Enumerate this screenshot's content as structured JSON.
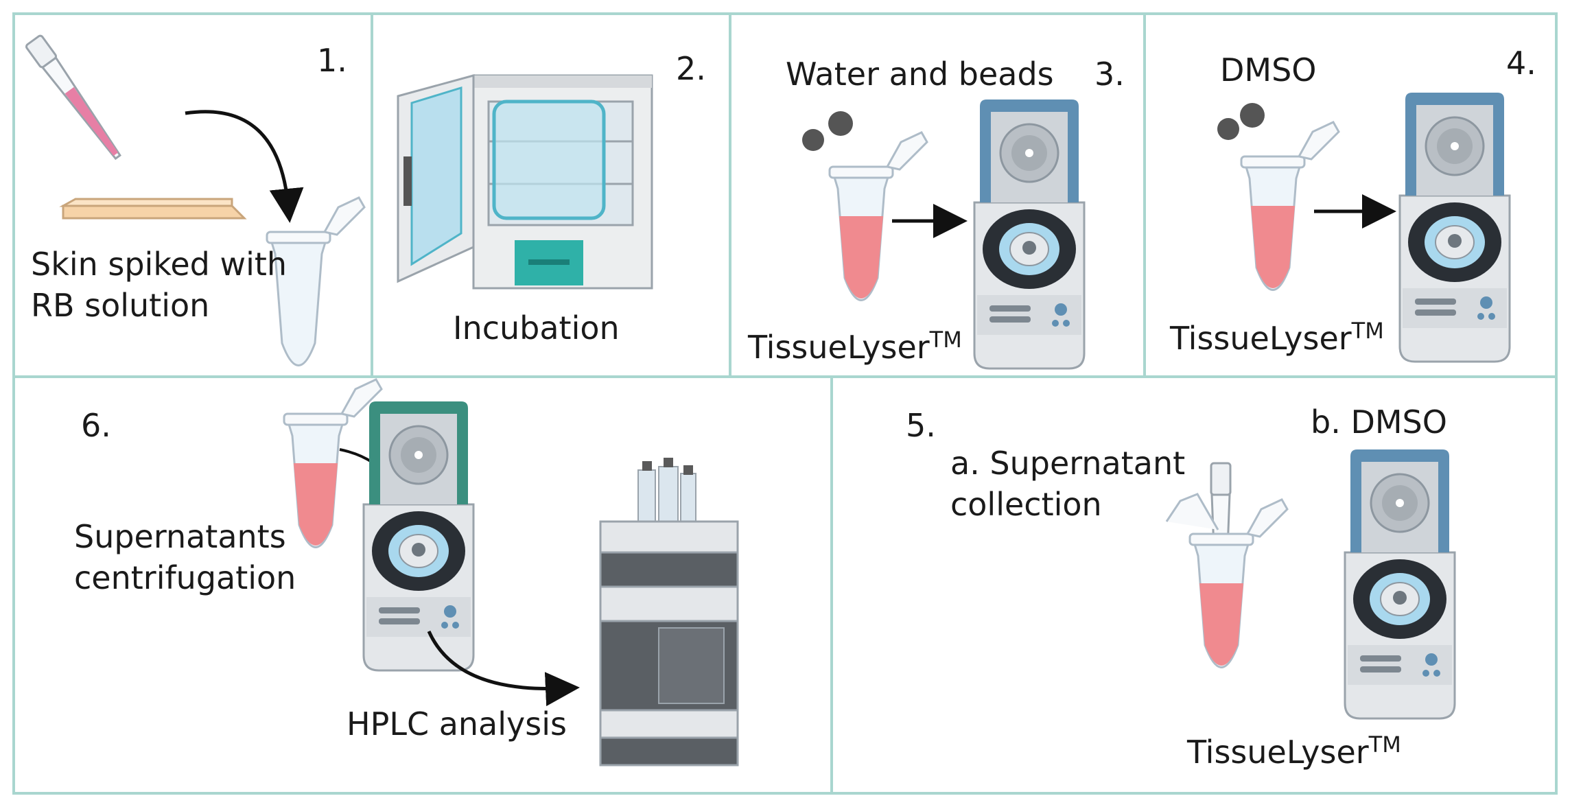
{
  "panels": {
    "p1": {
      "number": "1.",
      "caption": "Skin spiked with RB solution"
    },
    "p2": {
      "number": "2.",
      "caption": "Incubation"
    },
    "p3": {
      "number": "3.",
      "top_label": "Water and beads",
      "device": "TissueLyser",
      "device_mark": "TM"
    },
    "p4": {
      "number": "4.",
      "top_label": "DMSO",
      "device": "TissueLyser",
      "device_mark": "TM"
    },
    "p5": {
      "number": "5.",
      "step_a": "a. Supernatant collection",
      "step_b": "b. DMSO",
      "device": "TissueLyser",
      "device_mark": "TM"
    },
    "p6": {
      "number": "6.",
      "caption": "Supernatants centrifugation",
      "analysis": "HPLC analysis"
    }
  },
  "colors": {
    "border": "#a9d6cf",
    "liquid": "#f08a8f",
    "lid_blue": "#5f8fb3",
    "lid_green": "#3b8f7f",
    "pipette_pink": "#e77fa5",
    "skin": "#f6d3a8",
    "bead": "#555555"
  }
}
